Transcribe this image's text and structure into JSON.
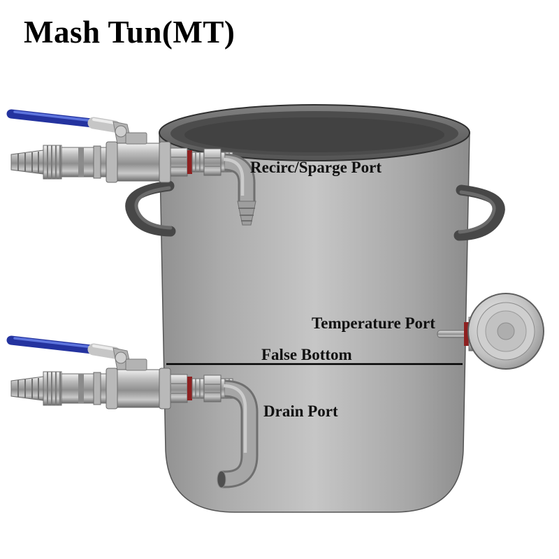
{
  "page": {
    "title": "Mash Tun(MT)"
  },
  "diagram": {
    "labels": {
      "recirc_port": "Recirc/Sparge Port",
      "temperature_port": "Temperature Port",
      "false_bottom": "False Bottom",
      "drain_port": "Drain Port"
    },
    "colors": {
      "valve_handle_blue": "#24339f",
      "kettle_gray": "#c6c6c6",
      "rim_dark_gray": "#4c4c4c",
      "gasket_red": "#8e2020",
      "label_text": "#111111"
    }
  }
}
